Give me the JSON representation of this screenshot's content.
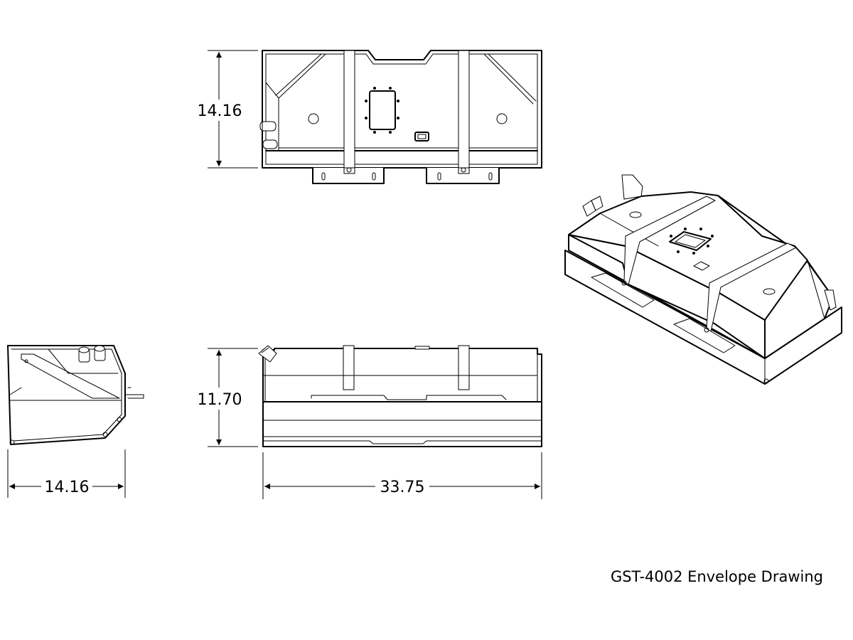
{
  "title": "GST-4002 Envelope Drawing",
  "dimensions": {
    "top_view_depth": "14.16",
    "front_view_height": "11.70",
    "side_view_width": "14.16",
    "front_view_length": "33.75"
  }
}
